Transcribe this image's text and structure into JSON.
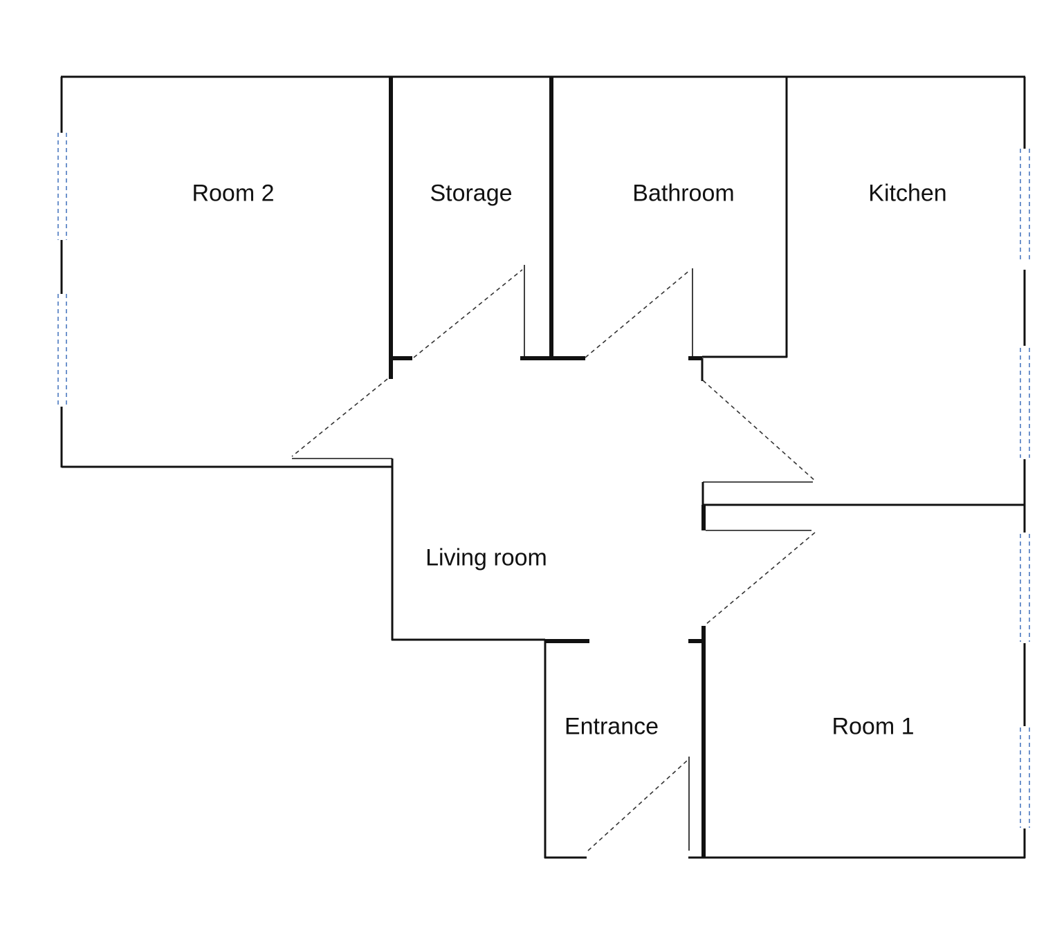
{
  "title": "Apartment floor plan",
  "rooms": {
    "room2": "Room 2",
    "storage": "Storage",
    "bathroom": "Bathroom",
    "kitchen": "Kitchen",
    "living": "Living room",
    "entrance": "Entrance",
    "room1": "Room 1"
  },
  "colors": {
    "wall": "#111111",
    "window": "#4a78c0"
  }
}
